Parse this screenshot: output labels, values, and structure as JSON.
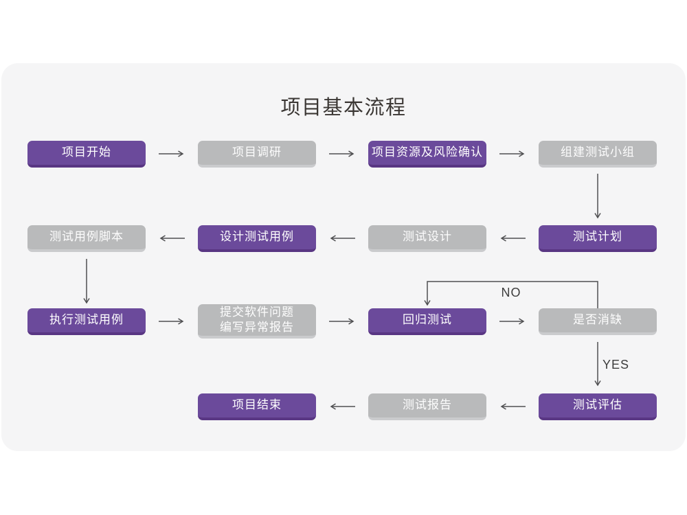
{
  "title": "项目基本流程",
  "labels": {
    "no": "NO",
    "yes": "YES"
  },
  "colors": {
    "page_background": "#ffffff",
    "card_background": "#f5f5f6",
    "node_purple": "#6b4a9b",
    "node_purple_bottom": "#593683",
    "node_gray": "#b9babb",
    "node_gray_bottom": "#cacbcd",
    "node_text": "#ffffff",
    "arrow": "#4f4f51",
    "title_text": "#3b3734"
  },
  "nodes": [
    {
      "label": "项目开始",
      "variant": "purple"
    },
    {
      "label": "项目调研",
      "variant": "gray"
    },
    {
      "label": "项目资源及风险确认",
      "variant": "purple"
    },
    {
      "label": "组建测试小组",
      "variant": "gray"
    },
    {
      "label": "测试计划",
      "variant": "purple"
    },
    {
      "label": "测试设计",
      "variant": "gray"
    },
    {
      "label": "设计测试用例",
      "variant": "purple"
    },
    {
      "label": "测试用例脚本",
      "variant": "gray"
    },
    {
      "label": "执行测试用例",
      "variant": "purple"
    },
    {
      "label": "提交软件问题\n编写异常报告",
      "variant": "gray"
    },
    {
      "label": "回归测试",
      "variant": "purple"
    },
    {
      "label": "是否消缺",
      "variant": "gray"
    },
    {
      "label": "测试评估",
      "variant": "purple"
    },
    {
      "label": "测试报告",
      "variant": "gray"
    },
    {
      "label": "项目结束",
      "variant": "purple"
    }
  ],
  "edges": [
    {
      "from": "项目开始",
      "to": "项目调研"
    },
    {
      "from": "项目调研",
      "to": "项目资源及风险确认"
    },
    {
      "from": "项目资源及风险确认",
      "to": "组建测试小组"
    },
    {
      "from": "组建测试小组",
      "to": "测试计划"
    },
    {
      "from": "测试计划",
      "to": "测试设计"
    },
    {
      "from": "测试设计",
      "to": "设计测试用例"
    },
    {
      "from": "设计测试用例",
      "to": "测试用例脚本"
    },
    {
      "from": "测试用例脚本",
      "to": "执行测试用例"
    },
    {
      "from": "执行测试用例",
      "to": "提交软件问题 编写异常报告"
    },
    {
      "from": "提交软件问题 编写异常报告",
      "to": "回归测试"
    },
    {
      "from": "回归测试",
      "to": "是否消缺"
    },
    {
      "from": "是否消缺",
      "to": "回归测试",
      "label": "NO"
    },
    {
      "from": "是否消缺",
      "to": "测试评估",
      "label": "YES"
    },
    {
      "from": "测试评估",
      "to": "测试报告"
    },
    {
      "from": "测试报告",
      "to": "项目结束"
    }
  ]
}
